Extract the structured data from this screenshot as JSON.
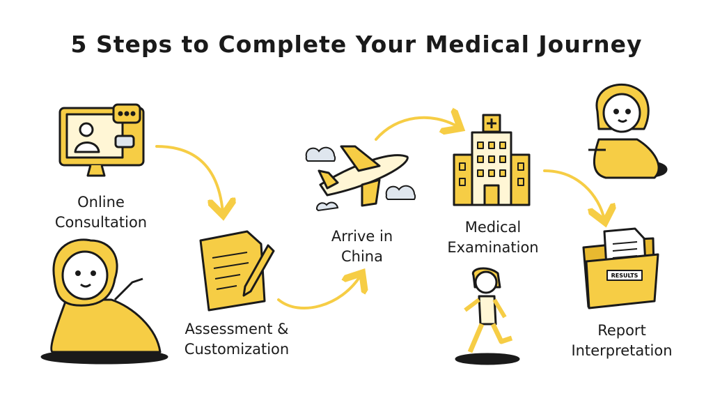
{
  "title": "5 Steps to Complete Your Medical Journey",
  "colors": {
    "accent": "#f6cd45",
    "ink": "#1a1a1a",
    "cloud": "#dfe6ee"
  },
  "steps": [
    {
      "line1": "Online",
      "line2": "Consultation",
      "icon": "computer-video-call-icon"
    },
    {
      "line1": "Assessment &",
      "line2": "Customization",
      "icon": "document-pen-icon"
    },
    {
      "line1": "Arrive in",
      "line2": "China",
      "icon": "airplane-icon"
    },
    {
      "line1": "Medical",
      "line2": "Examination",
      "icon": "hospital-icon"
    },
    {
      "line1": "Report",
      "line2": "Interpretation",
      "icon": "results-folder-icon"
    }
  ],
  "folder_tag": "RESULTS"
}
